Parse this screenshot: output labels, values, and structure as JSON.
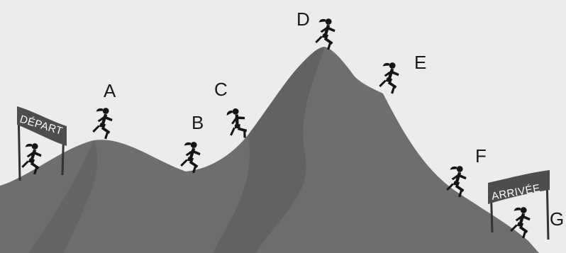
{
  "diagram": {
    "start_sign": "DÉPART",
    "finish_sign": "ARRIVÉE",
    "points": [
      {
        "id": "A",
        "label": "A"
      },
      {
        "id": "B",
        "label": "B"
      },
      {
        "id": "C",
        "label": "C"
      },
      {
        "id": "D",
        "label": "D"
      },
      {
        "id": "E",
        "label": "E"
      },
      {
        "id": "F",
        "label": "F"
      },
      {
        "id": "G",
        "label": "G"
      }
    ],
    "runner_icon": "runner-icon",
    "colors": {
      "background": "#ececec",
      "mountain": "#6e6e6e",
      "mountain_shadow": "#5a5a5a",
      "sign": "#4d4d4d",
      "runner": "#151515",
      "label": "#1a1a1a"
    }
  }
}
